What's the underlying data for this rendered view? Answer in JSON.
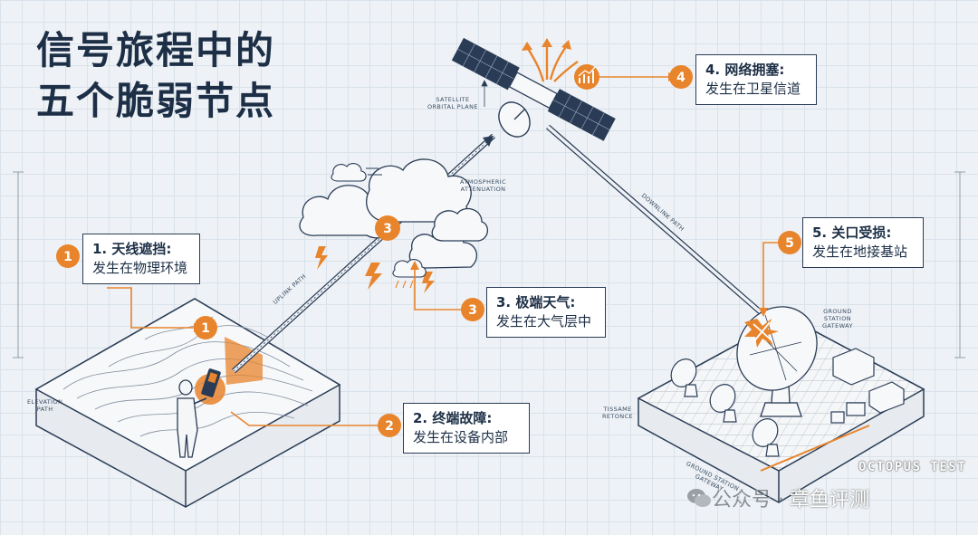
{
  "title": {
    "line1": "信号旅程中的",
    "line2": "五个脆弱节点"
  },
  "colors": {
    "accent": "#e8842c",
    "ink": "#2a3c55",
    "paper": "#eef2f6"
  },
  "callouts": [
    {
      "num": "1",
      "heading": "1. 天线遮挡:",
      "sub": "发生在物理环境"
    },
    {
      "num": "2",
      "heading": "2. 终端故障:",
      "sub": "发生在设备内部"
    },
    {
      "num": "3",
      "heading": "3. 极端天气:",
      "sub": "发生在大气层中"
    },
    {
      "num": "4",
      "heading": "4. 网络拥塞:",
      "sub": "发生在卫星信道"
    },
    {
      "num": "5",
      "heading": "5. 关口受损:",
      "sub": "发生在地接基站"
    }
  ],
  "scene_badges": {
    "terrain": "1",
    "cloud": "3"
  },
  "labels": {
    "satellite_orbital_plane": "SATELLITE\nORBITAL PLANE",
    "atmospheric_attenuation": "ATMOSPHERIC\nATTENUATION",
    "uplink_path": "UPLINK PATH",
    "downlink_path": "DOWNLINK PATH",
    "ground_station_gateway": "GROUND\nSTATION\nGATEWAY",
    "elevation_path": "ELEVATION\nPATH",
    "tissame_retonce": "TISSAME\nRETONCE",
    "ground_station_gateway_base": "GROUND STATION\nGATEWAY"
  },
  "watermark": {
    "top": "OCTOPUS TEST",
    "channel": "公众号 ·",
    "brand": "章鱼评测"
  }
}
